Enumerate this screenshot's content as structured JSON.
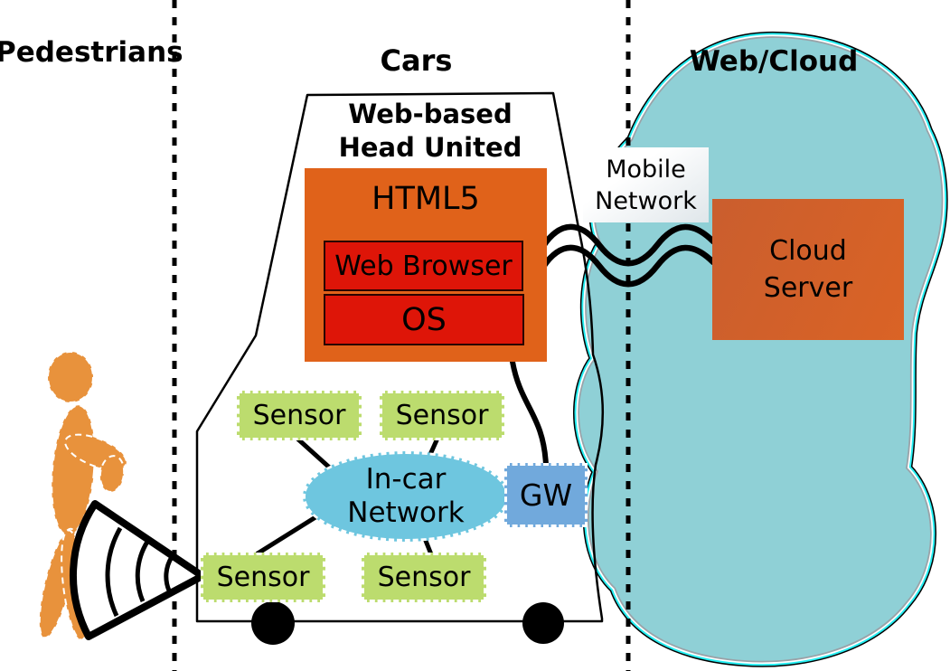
{
  "section_labels": {
    "pedestrians": "Pedestrians",
    "cars": "Cars",
    "web_cloud": "Web/Cloud"
  },
  "car": {
    "title_line1": "Web-based",
    "title_line2": "Head United",
    "html5_label": "HTML5",
    "web_browser_label": "Web Browser",
    "os_label": "OS",
    "sensors": [
      "Sensor",
      "Sensor",
      "Sensor",
      "Sensor"
    ],
    "in_car_network_line1": "In-car",
    "in_car_network_line2": "Network",
    "gateway_label": "GW"
  },
  "mobile_network": {
    "line1": "Mobile",
    "line2": "Network"
  },
  "web_cloud": {
    "server_line1": "Cloud",
    "server_line2": "Server"
  },
  "colors": {
    "head_unit_orange": "#e0621a",
    "stack_red": "#de1508",
    "cloud_server_orange": "#d2622b",
    "sensor_green": "#bcdc6e",
    "in_car_blue": "#6ec6df",
    "gateway_blue": "#71a9dc",
    "cloud_teal": "#8fd0d6",
    "cloud_halo_cyan": "#25eef2",
    "cloud_ring_gray": "#9aa2a8",
    "pedestrian_orange": "#e8923c",
    "line_black": "#000000"
  }
}
